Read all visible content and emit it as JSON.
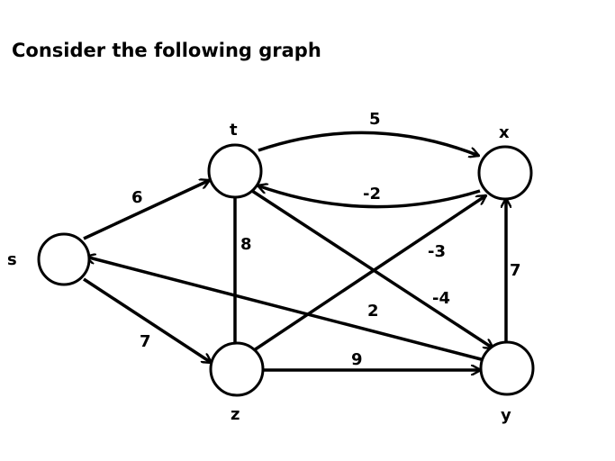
{
  "title": "Consider the following graph",
  "colors": {
    "stroke": "#000000",
    "background": "#ffffff"
  },
  "graph": {
    "directed": true,
    "nodes": [
      {
        "id": "s",
        "label": "s"
      },
      {
        "id": "t",
        "label": "t"
      },
      {
        "id": "x",
        "label": "x"
      },
      {
        "id": "y",
        "label": "y"
      },
      {
        "id": "z",
        "label": "z"
      }
    ],
    "edges": [
      {
        "from": "s",
        "to": "t",
        "weight": "6"
      },
      {
        "from": "s",
        "to": "z",
        "weight": "7"
      },
      {
        "from": "t",
        "to": "x",
        "weight": "5"
      },
      {
        "from": "x",
        "to": "t",
        "weight": "-2"
      },
      {
        "from": "t",
        "to": "z",
        "weight": "8"
      },
      {
        "from": "t",
        "to": "y",
        "weight": "-4"
      },
      {
        "from": "z",
        "to": "x",
        "weight": "-3"
      },
      {
        "from": "z",
        "to": "y",
        "weight": "9"
      },
      {
        "from": "y",
        "to": "x",
        "weight": "7"
      },
      {
        "from": "y",
        "to": "s",
        "weight": "2"
      }
    ]
  }
}
